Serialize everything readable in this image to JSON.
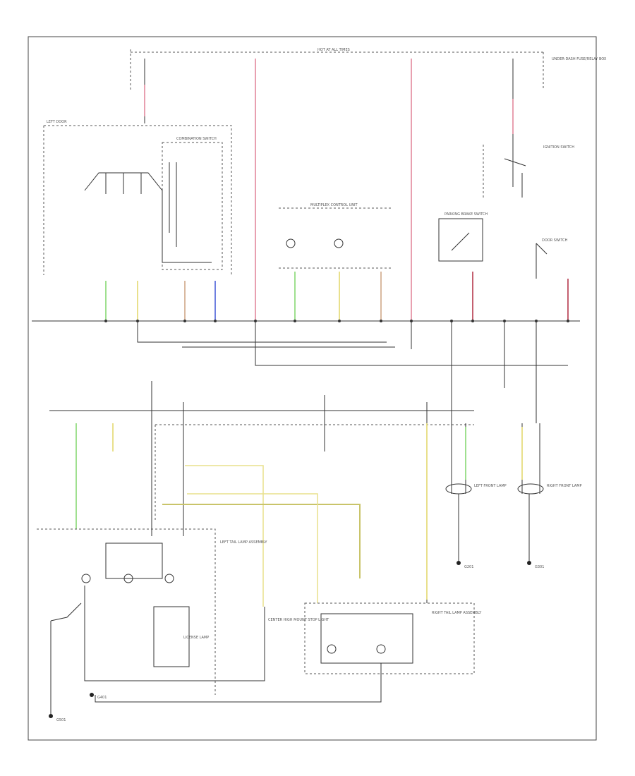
{
  "labels": {
    "corner_code": "",
    "hot_at_all_times": "HOT AT ALL TIMES",
    "fuse_relay_box": "UNDER-DASH FUSE/RELAY BOX",
    "left_door": "LEFT DOOR",
    "combination_switch": "COMBINATION SWITCH",
    "multiplex_unit": "MULTIPLEX CONTROL UNIT",
    "ignition_switch": "IGNITION SWITCH",
    "parking_brake": "PARKING BRAKE SWITCH",
    "door_switch": "DOOR SWITCH",
    "left_front_lamp": "LEFT FRONT LAMP",
    "right_front_lamp": "RIGHT FRONT LAMP",
    "left_tail_lamp": "LEFT TAIL LAMP ASSEMBLY",
    "right_tail_lamp": "RIGHT TAIL LAMP ASSEMBLY",
    "license_lamp": "LICENSE LAMP",
    "center_light": "CENTER HIGH MOUNT STOP LIGHT",
    "ground_left": "G401",
    "ground_right": "G501",
    "ground_front_l": "G201",
    "ground_front_r": "G301"
  },
  "wire_colors": {
    "pink": "#e8a0b0",
    "red": "#c46070",
    "green": "#9fe08f",
    "blue": "#6e7fe0",
    "yellow": "#e9e08c",
    "tan": "#d9b9a0",
    "olive": "#c9c46a"
  }
}
